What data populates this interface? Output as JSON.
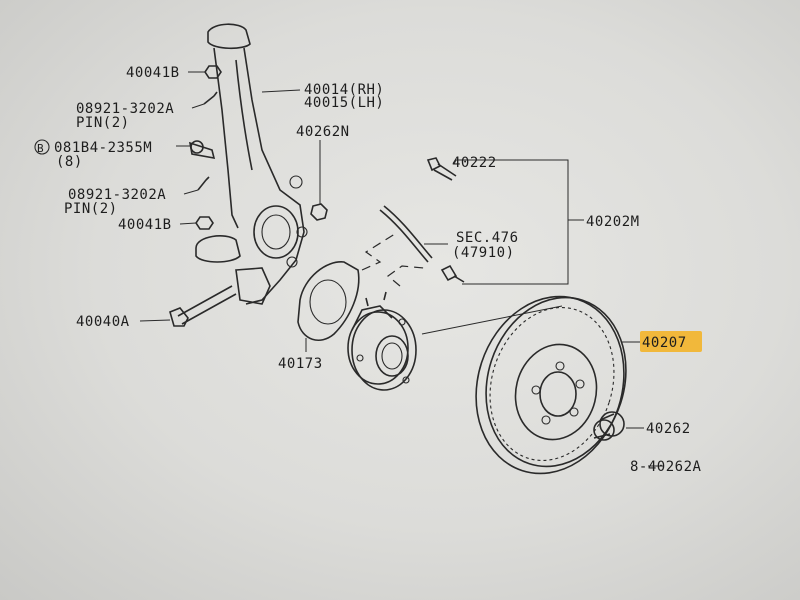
{
  "labels": {
    "l40041b_top": "40041B",
    "l40014": "40014(RH)",
    "l40015": "40015(LH)",
    "l08921_upper": "08921-3202A",
    "pin_upper": "PIN(2)",
    "l40262n": "40262N",
    "circled_b": "B",
    "l081b4": "081B4-2355M",
    "qty8": "(8)",
    "l40222": "40222",
    "l08921_lower": "08921-3202A",
    "pin_lower": "PIN(2)",
    "l40202m": "40202M",
    "l40041b_bottom": "40041B",
    "sec476": "SEC.476",
    "l47910": "(47910)",
    "l40040a": "40040A",
    "l40207": "40207",
    "l40173": "40173",
    "l40262": "40262",
    "l40262a": "8-40262A"
  },
  "colors": {
    "background": "#dcdcd9",
    "line": "#2a2a2a",
    "highlight": "#f5b21e"
  }
}
